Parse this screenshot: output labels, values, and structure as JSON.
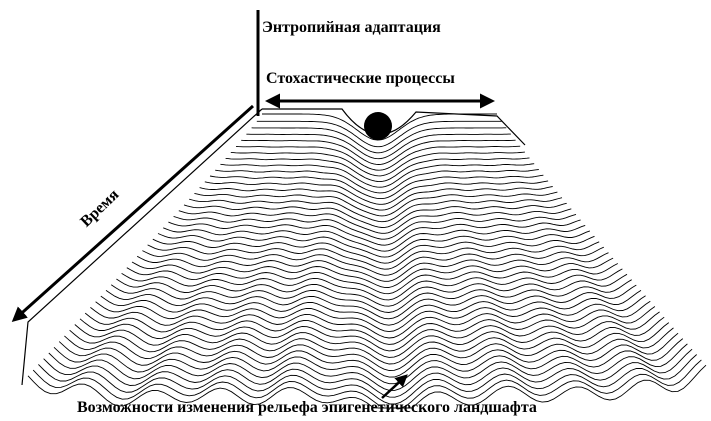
{
  "labels": {
    "entropy_adaptation": "Энтропийная адаптация",
    "stochastic_processes": "Стохастические процессы",
    "time": "Время",
    "possibilities": "Возможности изменения рельефа эпигенетического ландшафта"
  },
  "colors": {
    "ink": "#000000",
    "background": "#ffffff"
  }
}
